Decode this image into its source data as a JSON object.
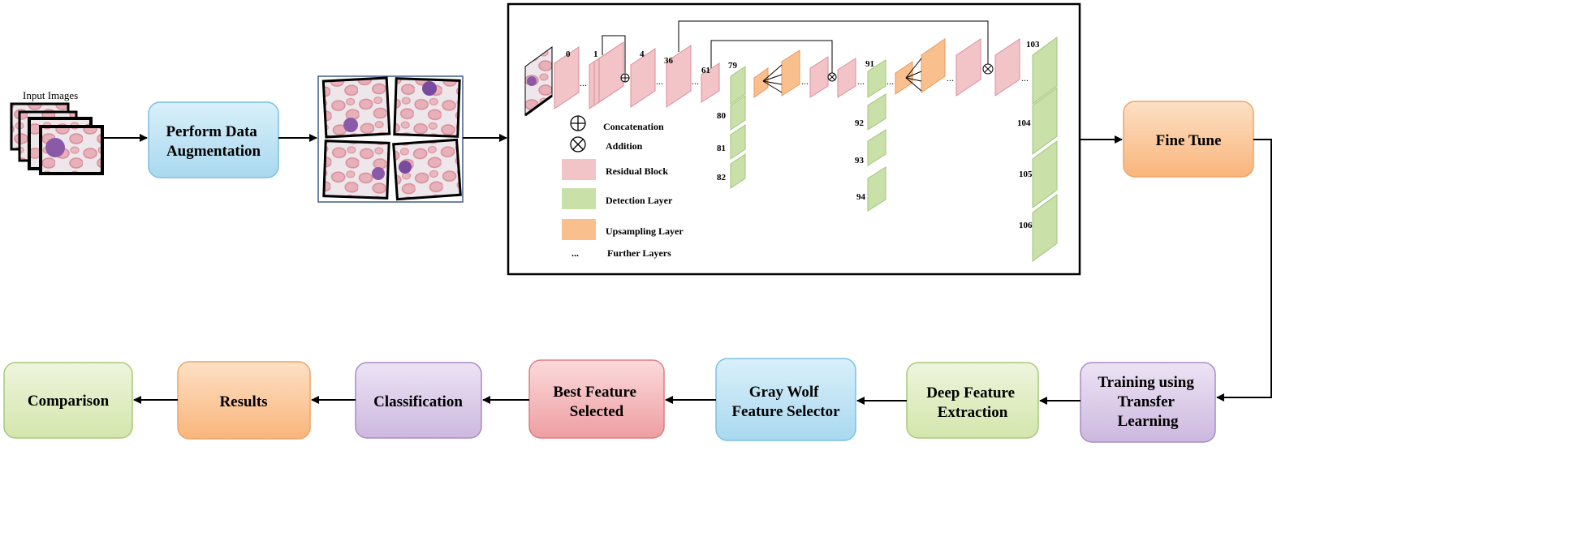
{
  "input_label": "Input Images",
  "steps": {
    "augment": "Perform Data Augmentation",
    "finetune": "Fine Tune",
    "training": "Training using Transfer Learning",
    "deep": "Deep Feature Extraction",
    "gwo": "Gray Wolf Feature Selector",
    "best": "Best Feature Selected",
    "classification": "Classification",
    "results": "Results",
    "comparison": "Comparison"
  },
  "network": {
    "layer_numbers": [
      "0",
      "1",
      "4",
      "36",
      "61",
      "79",
      "80",
      "81",
      "82",
      "91",
      "92",
      "93",
      "94",
      "103",
      "104",
      "105",
      "106"
    ],
    "ellipsis": "..."
  },
  "legend": {
    "concatenation": "Concatenation",
    "addition": "Addition",
    "residual": "Residual Block",
    "detection": "Detection Layer",
    "upsampling": "Upsampling Layer",
    "further_marker": "...",
    "further": "Further Layers"
  },
  "colors": {
    "residual": "#f2c4c8",
    "detection": "#c9e0a8",
    "upsampling": "#f9c08e",
    "blue_box": "#bde3f3",
    "orange_box": "#fbc99c",
    "purple_box": "#ddcfe9",
    "red_box": "#f3b7b9",
    "green_box": "#e1edc6"
  }
}
